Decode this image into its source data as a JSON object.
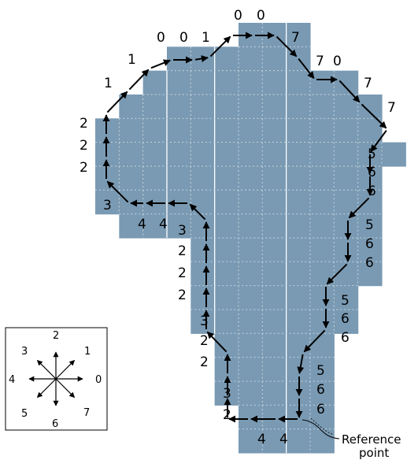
{
  "colors": {
    "region_fill": "#7a9ab3",
    "grid_dotted": "#c5d3de",
    "grid_solid": "#ffffff",
    "chain": "#000000",
    "background": "#ffffff"
  },
  "chain_code_labels": [
    "0",
    "0",
    "0",
    "0",
    "1",
    "7",
    "7",
    "0",
    "7",
    "1",
    "1",
    "7",
    "2",
    "2",
    "2",
    "5",
    "6",
    "6",
    "3",
    "4",
    "4",
    "3",
    "2",
    "2",
    "2",
    "5",
    "6",
    "6",
    "5",
    "6",
    "6",
    "3",
    "2",
    "2",
    "5",
    "6",
    "6",
    "3",
    "2",
    "4",
    "4"
  ],
  "reference_point": {
    "line1": "Reference",
    "line2": "point"
  },
  "direction_key": {
    "labels": [
      "0",
      "1",
      "2",
      "3",
      "4",
      "5",
      "6",
      "7"
    ]
  }
}
